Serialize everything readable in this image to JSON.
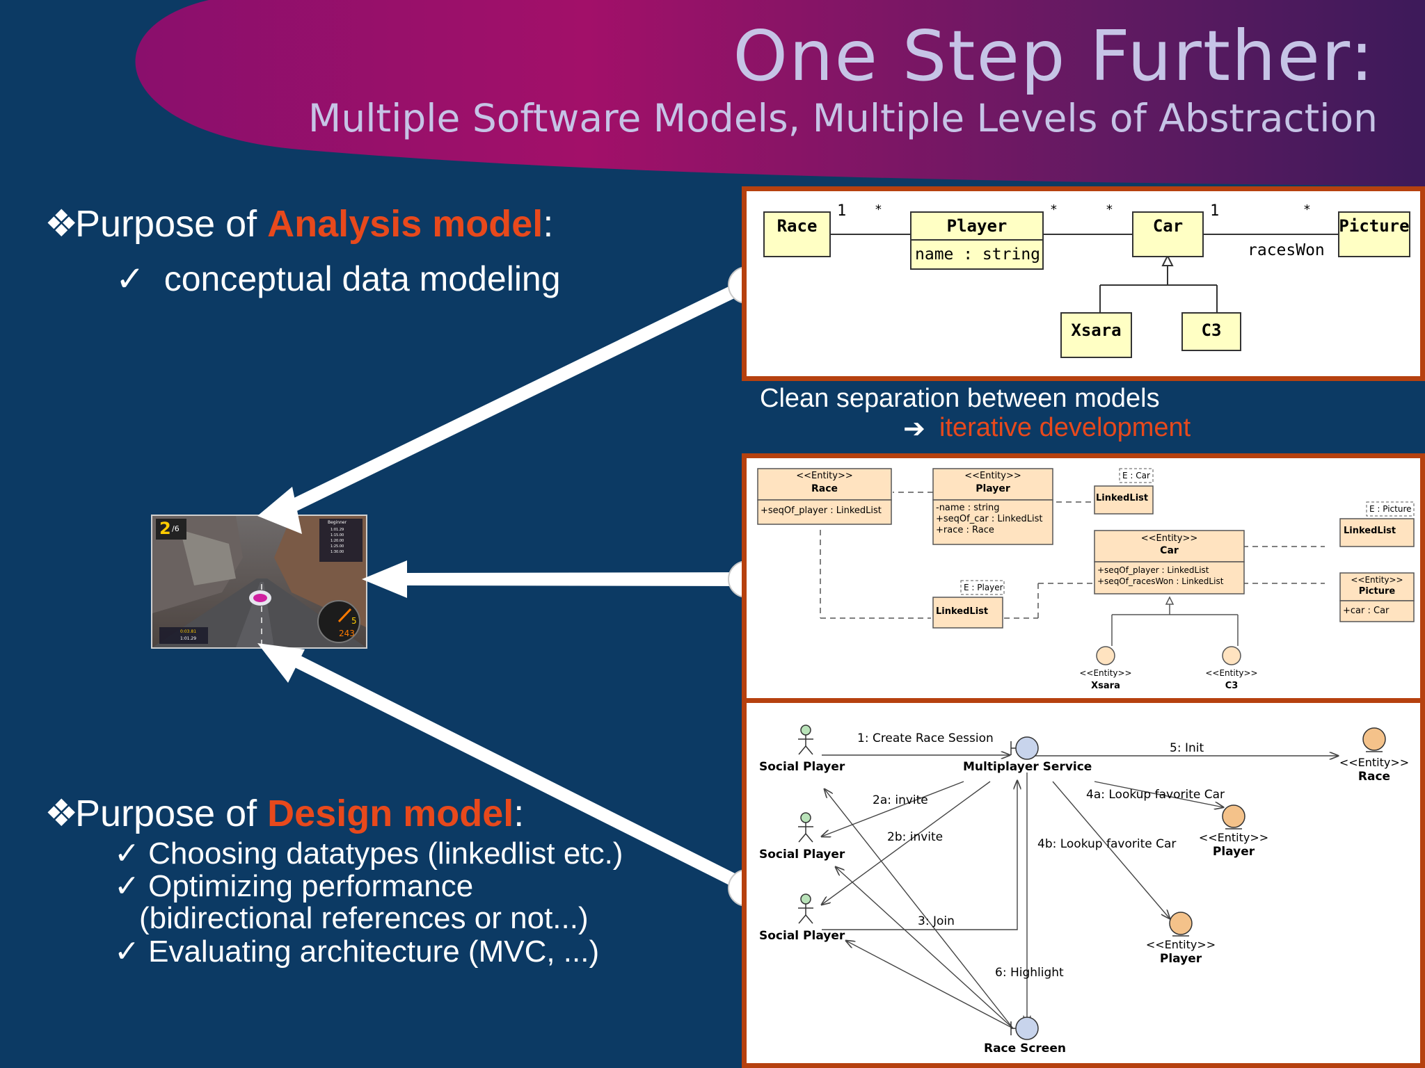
{
  "slide": {
    "title": "One Step Further:",
    "subtitle": "Multiple Software Models, Multiple Levels of Abstraction"
  },
  "bullets": {
    "analysis": {
      "prefix": "Purpose of ",
      "highlight": "Analysis model",
      "suffix": ":",
      "items": [
        "conceptual data modeling"
      ]
    },
    "design": {
      "prefix": "Purpose of ",
      "highlight": "Design model",
      "suffix": ":",
      "items": [
        "Choosing datatypes (linkedlist etc.)",
        "Optimizing performance",
        "(bidirectional references or not...)",
        "Evaluating architecture (MVC, ...)"
      ]
    }
  },
  "separation": {
    "line1": "Clean separation between models",
    "arrow": "➔",
    "line2": "iterative development"
  },
  "analysis_diagram": {
    "classes": {
      "race": "Race",
      "player": "Player",
      "player_attr": "name : string",
      "car": "Car",
      "picture": "Picture",
      "xsara": "Xsara",
      "c3": "C3"
    },
    "multiplicities": {
      "race_player_race": "1",
      "race_player_player": "*",
      "player_car_player": "*",
      "player_car_car": "*",
      "car_picture_car": "1",
      "car_picture_picture": "*"
    },
    "role": "racesWon"
  },
  "design_diagram": {
    "stereotype": "<<Entity>>",
    "race": {
      "name": "Race",
      "attrs": [
        "+seqOf_player : LinkedList"
      ]
    },
    "player": {
      "name": "Player",
      "attrs": [
        "-name : string",
        "+seqOf_car : LinkedList",
        "+race : Race"
      ]
    },
    "car": {
      "name": "Car",
      "attrs": [
        "+seqOf_player : LinkedList",
        "+seqOf_racesWon : LinkedList"
      ]
    },
    "picture": {
      "name": "Picture",
      "attrs": [
        "+car : Car"
      ]
    },
    "linkedlists": [
      {
        "label": "LinkedList",
        "param": "E : Car"
      },
      {
        "label": "LinkedList",
        "param": "E : Picture"
      },
      {
        "label": "LinkedList",
        "param": "E : Player"
      }
    ],
    "xsara": {
      "stereo": "<<Entity>>",
      "name": "Xsara"
    },
    "c3": {
      "stereo": "<<Entity>>",
      "name": "C3"
    }
  },
  "collab_diagram": {
    "actors": [
      "Social Player",
      "Social Player",
      "Social Player"
    ],
    "service": "Multiplayer Service",
    "screen": "Race Screen",
    "entities": [
      {
        "stereo": "<<Entity>>",
        "name": "Race"
      },
      {
        "stereo": "<<Entity>>",
        "name": "Player"
      },
      {
        "stereo": "<<Entity>>",
        "name": "Player"
      }
    ],
    "messages": {
      "m1": "1: Create Race Session",
      "m5": "5: Init",
      "m2a": "2a: invite",
      "m2b": "2b: invite",
      "m4a": "4a: Lookup favorite Car",
      "m4b": "4b: Lookup favorite Car",
      "m3": "3: Join",
      "m6": "6: Highlight"
    }
  },
  "game_screenshot": {
    "position": "2",
    "position_suffix": "/6",
    "speed": "243",
    "gear": "5",
    "times": [
      "1:01.29",
      "1:15.00",
      "1:20.00",
      "1:25.00",
      "1:30.00"
    ],
    "current_time": "0:03.81",
    "best_time": "1:01.29",
    "header": "Beginner"
  },
  "colors": {
    "background": "#0c3a64",
    "highlight": "#e8491c",
    "panel_border": "#b6410f",
    "uml_fill": "#ffffc4",
    "design_fill": "#ffe3c0"
  }
}
